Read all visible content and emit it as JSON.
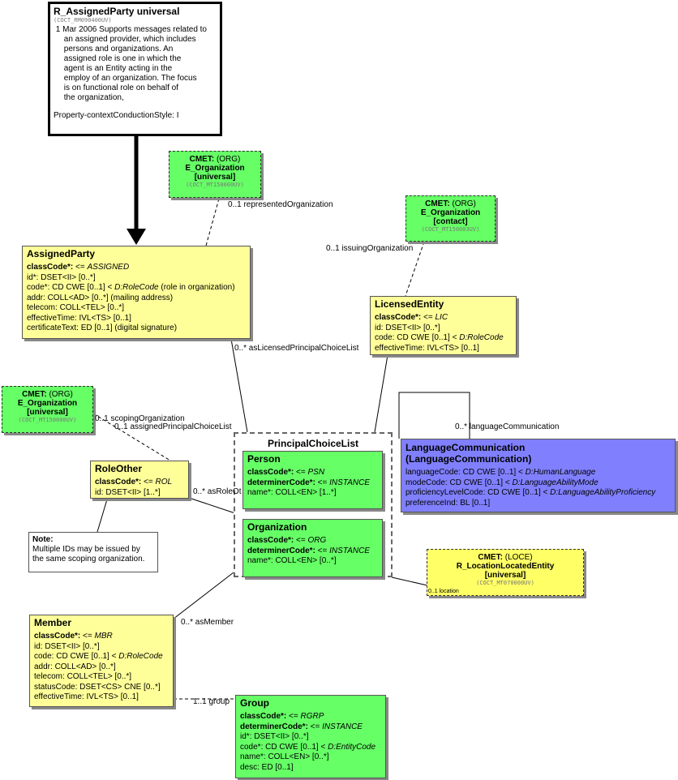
{
  "entry_point": {
    "title": "R_AssignedParty universal",
    "code": "(COCT_RM090400UV)",
    "description": [
      "1 Mar 2006 Supports messages related to",
      "an assigned provider, which includes",
      "persons and organizations. An",
      "assigned role is one in which the",
      "agent is an Entity acting in the",
      "employ of an organization. The focus",
      "is on functional role on behalf of",
      "the organization,"
    ],
    "style": "Property-contextConductionStyle: I"
  },
  "cmet_org_universal_1": {
    "line1_bold": "CMET:",
    "line1_rest": " (ORG)",
    "line2": "E_Organization",
    "line3": "[universal]",
    "code": "(COCT_MT150000UV)"
  },
  "cmet_org_contact": {
    "line1_bold": "CMET:",
    "line1_rest": " (ORG)",
    "line2": "E_Organization",
    "line3": "[contact]",
    "code": "(COCT_MT150003UV)"
  },
  "cmet_org_universal_2": {
    "line1_bold": "CMET:",
    "line1_rest": " (ORG)",
    "line2": "E_Organization",
    "line3": "[universal]",
    "code": "(COCT_MT150000UV)"
  },
  "cmet_loce": {
    "line1_bold": "CMET:",
    "line1_rest": " (LOCE)",
    "line2": "R_LocationLocatedEntity",
    "line3": "[universal]",
    "code": "(COCT_MT070000UV)"
  },
  "assigned_party": {
    "title": "AssignedParty",
    "attrs": {
      "a1_name": "classCode*:",
      "a1_rest": " <= ",
      "a1_val": "ASSIGNED",
      "a2": "id*: DSET<II> [0..*]",
      "a3_pre": "code*: CD CWE [0..1] < ",
      "a3_domain": "D:RoleCode",
      "a3_post": " (role in organization)",
      "a4": "addr: COLL<AD> [0..*] (mailing address)",
      "a5": "telecom: COLL<TEL> [0..*]",
      "a6": "effectiveTime: IVL<TS> [0..1]",
      "a7": "certificateText: ED [0..1] (digital signature)"
    }
  },
  "licensed_entity": {
    "title": "LicensedEntity",
    "attrs": {
      "a1_name": "classCode*:",
      "a1_rest": " <= ",
      "a1_val": "LIC",
      "a2": "id: DSET<II> [0..*]",
      "a3_pre": "code: CD CWE [0..1] < ",
      "a3_domain": "D:RoleCode",
      "a4": "effectiveTime: IVL<TS> [0..1]"
    }
  },
  "role_other": {
    "title": "RoleOther",
    "attrs": {
      "a1_name": "classCode*:",
      "a1_rest": " <= ",
      "a1_val": "ROL",
      "a2": "id: DSET<II> [1..*]"
    }
  },
  "note": {
    "title": "Note:",
    "line1": "Multiple IDs may be issued by",
    "line2": "the same scoping organization."
  },
  "principal_choice": {
    "title": "PrincipalChoiceList"
  },
  "person": {
    "title": "Person",
    "attrs": {
      "a1_name": "classCode*:",
      "a1_rest": " <= ",
      "a1_val": "PSN",
      "a2_name": "determinerCode*:",
      "a2_rest": " <= ",
      "a2_val": "INSTANCE",
      "a3": "name*: COLL<EN> [1..*]"
    }
  },
  "organization": {
    "title": "Organization",
    "attrs": {
      "a1_name": "classCode*:",
      "a1_rest": " <= ",
      "a1_val": "ORG",
      "a2_name": "determinerCode*:",
      "a2_rest": " <= ",
      "a2_val": "INSTANCE",
      "a3": "name*: COLL<EN> [0..*]"
    }
  },
  "language_comm": {
    "title1": "LanguageCommunication",
    "title2": "(LanguageCommunication)",
    "attrs": {
      "a1_pre": "languageCode: CD CWE [0..1] < ",
      "a1_domain": "D:HumanLanguage",
      "a2_pre": "modeCode: CD CWE [0..1] < ",
      "a2_domain": "D:LanguageAbilityMode",
      "a3_pre": "proficiencyLevelCode: CD CWE [0..1] < ",
      "a3_domain": "D:LanguageAbilityProficiency",
      "a4": "preferenceInd: BL [0..1]"
    }
  },
  "member": {
    "title": "Member",
    "attrs": {
      "a1_name": "classCode*:",
      "a1_rest": " <= ",
      "a1_val": "MBR",
      "a2": "id: DSET<II> [0..*]",
      "a3_pre": "code: CD CWE [0..1] < ",
      "a3_domain": "D:RoleCode",
      "a4": "addr: COLL<AD> [0..*]",
      "a5": "telecom: COLL<TEL> [0..*]",
      "a6": "statusCode: DSET<CS> CNE [0..*]",
      "a7": "effectiveTime: IVL<TS> [0..1]"
    }
  },
  "group": {
    "title": "Group",
    "attrs": {
      "a1_name": "classCode*:",
      "a1_rest": " <= ",
      "a1_val": "RGRP",
      "a2_name": "determinerCode*:",
      "a2_rest": " <= ",
      "a2_val": "INSTANCE",
      "a3": "id*: DSET<II> [0..*]",
      "a4_pre": "code*: CD CWE [0..1] < ",
      "a4_domain": "D:EntityCode",
      "a5": "name*: COLL<EN> [0..*]",
      "a6": "desc: ED [0..1]"
    }
  },
  "labels": {
    "represented": "0..1 representedOrganization",
    "issuing": "0..1 issuingOrganization",
    "as_licensed": "0..* asLicensedPrincipalChoiceList",
    "scoping": "0..1 scopingOrganization",
    "assigned_pcl": "0..1 assignedPrincipalChoiceList",
    "as_role_other": "0..* asRoleOt",
    "language_comm": "0..* languageCommunication",
    "location": "0..1 location",
    "as_member": "0..* asMember",
    "group": "1..1 group"
  }
}
